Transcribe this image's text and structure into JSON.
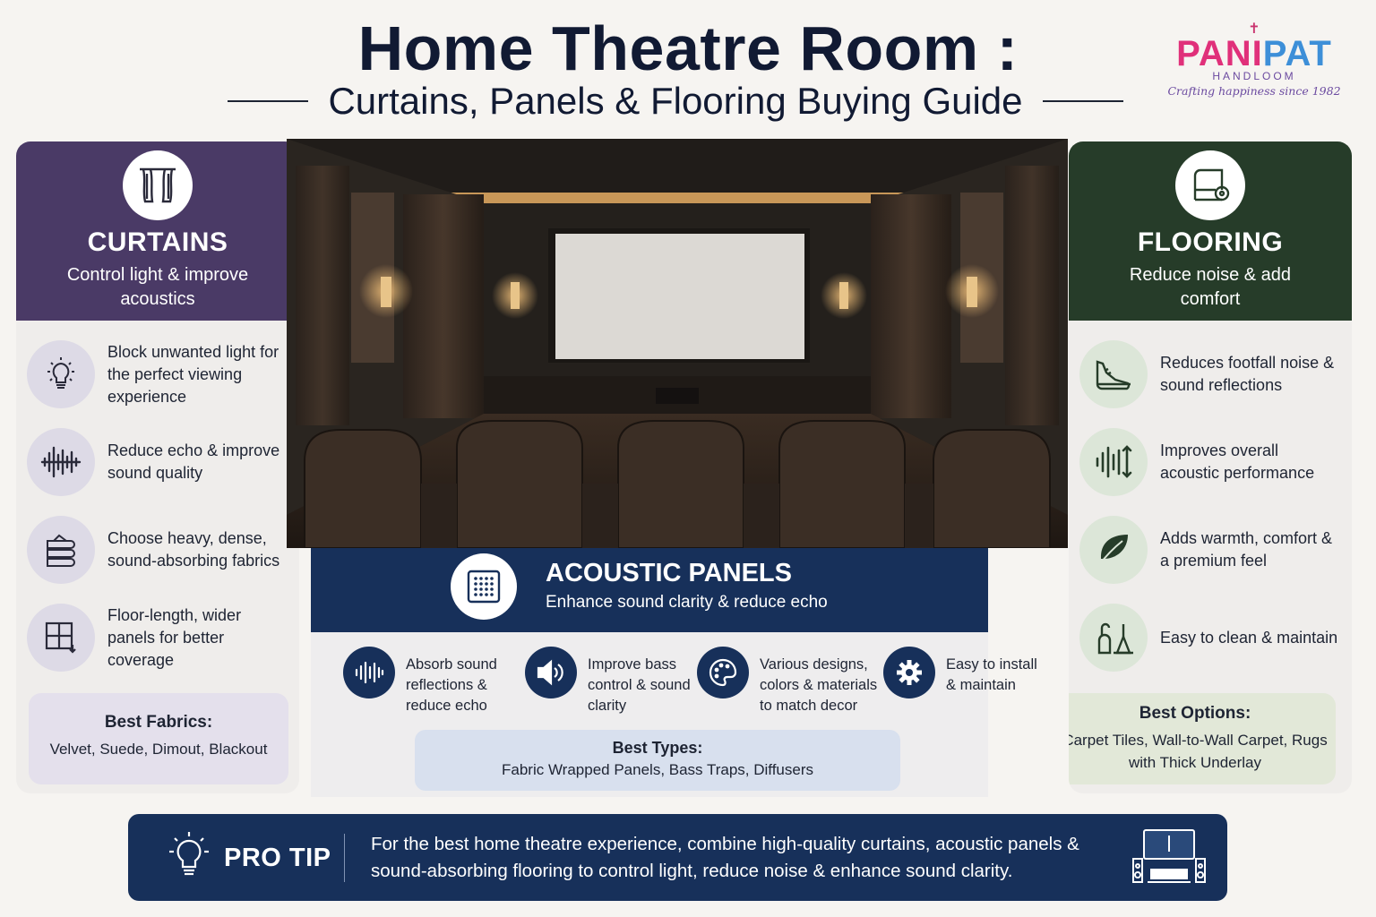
{
  "header": {
    "title": "Home Theatre Room :",
    "subtitle": "Curtains, Panels & Flooring Buying Guide"
  },
  "logo": {
    "word_a": "PANI",
    "word_b": "PAT",
    "sub": "HANDLOOM",
    "tagline": "Crafting happiness since 1982"
  },
  "curtains": {
    "icon": "curtains-icon",
    "title": "CURTAINS",
    "subtitle": "Control light & improve acoustics",
    "color": "#4a3a66",
    "features": [
      {
        "icon": "light-bulb-icon",
        "text": "Block unwanted light for the perfect viewing experience"
      },
      {
        "icon": "sound-wave-icon",
        "text": "Reduce echo & improve sound quality"
      },
      {
        "icon": "fabric-stack-icon",
        "text": "Choose heavy, dense, sound-absorbing fabrics"
      },
      {
        "icon": "window-panel-icon",
        "text": "Floor-length, wider panels for better coverage"
      }
    ],
    "best_title": "Best Fabrics:",
    "best_value": "Velvet, Suede, Dimout, Blackout"
  },
  "flooring": {
    "icon": "carpet-roll-icon",
    "title": "FLOORING",
    "subtitle": "Reduce noise & add comfort",
    "color": "#263c29",
    "features": [
      {
        "icon": "shoe-icon",
        "text": "Reduces footfall noise & sound reflections"
      },
      {
        "icon": "sound-bars-icon",
        "text": "Improves overall acoustic performance"
      },
      {
        "icon": "leaf-icon",
        "text": "Adds warmth, comfort & a premium feel"
      },
      {
        "icon": "cleaning-icon",
        "text": "Easy to clean & maintain"
      }
    ],
    "best_title": "Best Options:",
    "best_value": "Carpet Tiles, Wall-to-Wall Carpet, Rugs with Thick Underlay"
  },
  "acoustic": {
    "icon": "acoustic-panel-icon",
    "title": "ACOUSTIC PANELS",
    "subtitle": "Enhance sound clarity & reduce echo",
    "color": "#17305a",
    "features": [
      {
        "icon": "sound-wave-icon",
        "text": "Absorb sound reflections & reduce echo"
      },
      {
        "icon": "speaker-icon",
        "text": "Improve bass control & sound clarity"
      },
      {
        "icon": "palette-icon",
        "text": "Various designs, colors & materials to match decor"
      },
      {
        "icon": "gear-icon",
        "text": "Easy to install & maintain"
      }
    ],
    "best_title": "Best Types:",
    "best_value": "Fabric Wrapped Panels, Bass Traps, Diffusers"
  },
  "tip": {
    "icon": "light-bulb-icon",
    "label": "PRO TIP",
    "text": "For the best home theatre experience, combine high-quality curtains, acoustic panels & sound-absorbing flooring to control light, reduce noise & enhance sound clarity.",
    "end_icon": "home-theatre-icon"
  }
}
